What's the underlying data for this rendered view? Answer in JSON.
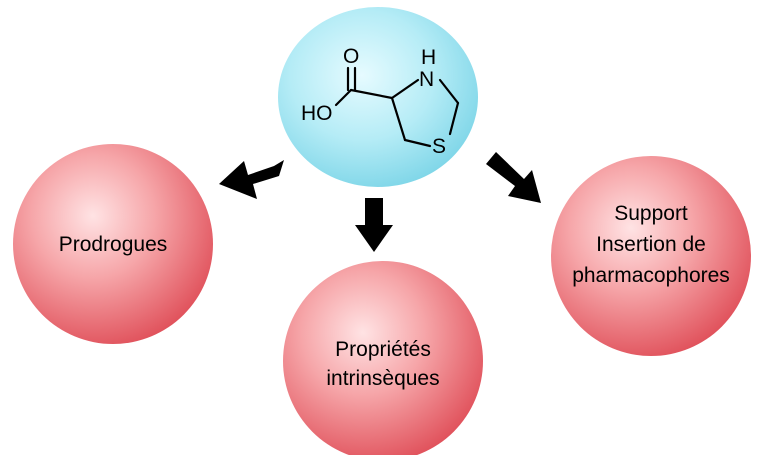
{
  "center": {
    "molecule": {
      "atoms": {
        "oxygen_carbonyl": "O",
        "hydroxyl": "HO",
        "amine": "N",
        "amine_h": "H",
        "sulfur": "S"
      }
    }
  },
  "bubbles": {
    "left": {
      "lines": [
        "Prodrogues"
      ]
    },
    "bottom": {
      "lines": [
        "Propriétés",
        "intrinsèques"
      ]
    },
    "right": {
      "lines": [
        "Support",
        "Insertion de",
        "pharmacophores"
      ]
    }
  },
  "colors": {
    "center_fill": "#aeeaf4",
    "bubble_fill": "#f08a8e",
    "arrow": "#000000"
  }
}
